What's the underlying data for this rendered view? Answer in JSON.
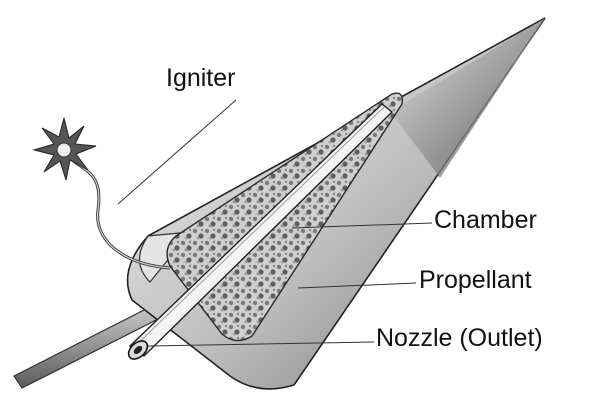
{
  "diagram": {
    "labels": {
      "igniter": "Igniter",
      "chamber": "Chamber",
      "propellant": "Propellant",
      "nozzle": "Nozzle (Outlet)"
    }
  }
}
